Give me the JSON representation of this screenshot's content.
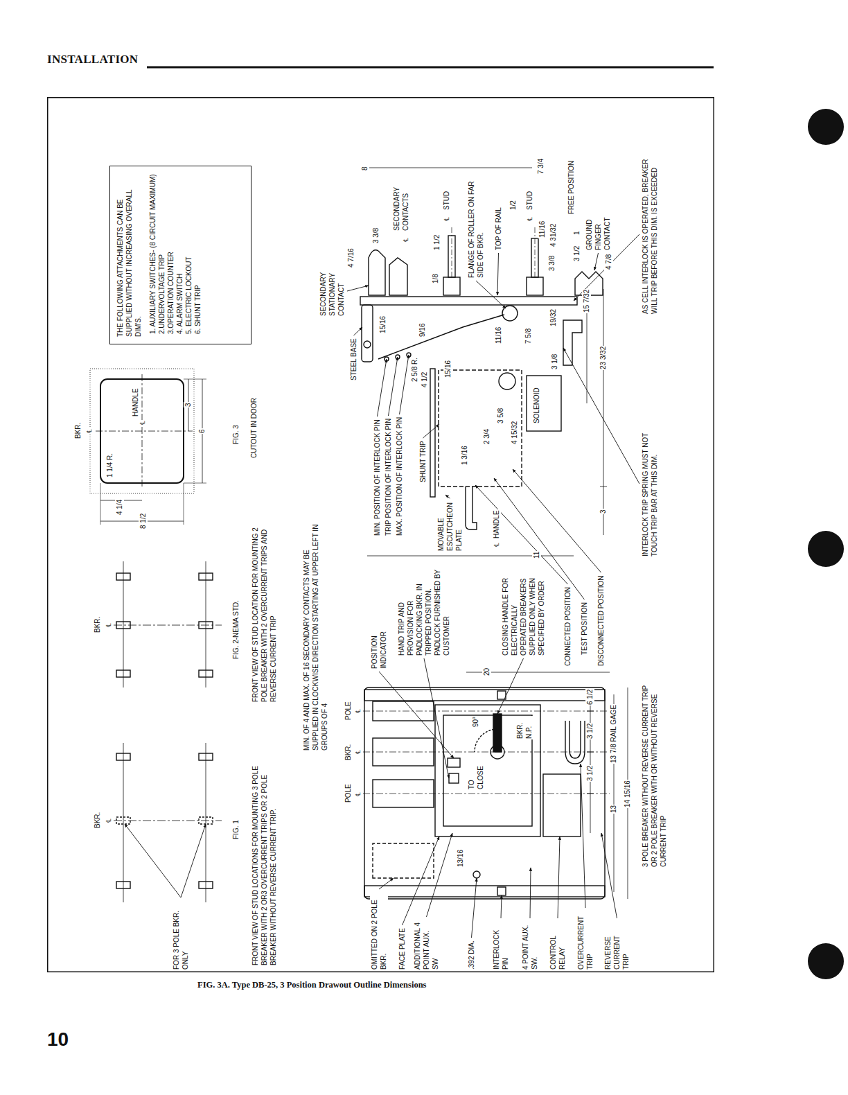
{
  "diagram": {
    "title": "INSTALLATION",
    "caption": "FIG. 3A. Type DB-25, 3 Position Drawout Outline Dimensions",
    "nodes": [
      {
        "text": [
          "THE FOLLOWING ATTACHMENTS CAN BE SUPPLIED WITHOUT INCREASING OVERALL DIM'S.",
          "1. AUXILIARY SWITCHES- (8 CIRCUIT MAXIMUM)",
          "2.UNDERVOLTAGE TRIP",
          "3.OPERATION COUNTER",
          "4. ALARM SWITCH",
          "5. ELECTRIC LOCKOUT",
          "6. SHUNT TRIP"
        ]
      }
    ],
    "labels": [
      "BKR.",
      "℄",
      "BKR.",
      "℄",
      "BKR.",
      "℄",
      "1 1/4 R.",
      "HANDLE",
      "℄",
      "4 1/4",
      "8 1/2",
      "3",
      "6",
      "FOR 3 POLE BKR. ONLY",
      "FIG. 1",
      "FRONT VIEW OF STUD LOCATIONS FOR MOUNTING 3 POLE BREAKER WITH 2 OR3 OVERCURRENT TRIPS OR 2 POLE BREAKER WITHOUT REVERSE CURRENT TRIP.",
      "FIG. 2-NEMA STD.",
      "FRONT VIEW OF STUD LOCATION FOR MOUNTING 2 POLE BREAKER WITH 2 OVERCURRENT TRIPS AND REVERSE CURRENT TRIP",
      "FIG. 3",
      "CUTOUT IN DOOR",
      "MIN. OF 4 AND MAX. OF 16 SECONDARY CONTACTS MAY BE SUPPLIED IN CLOCKWISE DIRECTION STARTING AT UPPER LEFT IN GROUPS OF 4",
      "POLE",
      "℄",
      "BKR.",
      "℄",
      "POLE",
      "℄",
      "POSITION INDICATOR",
      "HAND TRIP AND PROVISION FOR PADLOCKING BKR. IN TRIPPED POSITION. PADLOCK FURNISHED BY CUSTOMER",
      "20",
      "CLOSING HANDLE FOR ELECTRICALLY OPERATED BREAKERS SUPPLIED ONLY WHEN SPECIFIED BY ORDER",
      "CONNECTED POSITION",
      "TEST POSITION",
      "DISCONNECTED POSITION",
      "11",
      "OMITTED ON 2 POLE BKR.",
      "FACE PLATE",
      "ADDITIONAL 4 POINT AUX. SW",
      ".392 DIA.",
      "13/16",
      "INTERLOCK PIN",
      "4 POINT AUX. SW.",
      "CONTROL RELAY",
      "OVERCURRENT TRIP",
      "REVERSE CURRENT TRIP",
      "TO CLOSE",
      "90°",
      "BKR. N.P.",
      "3 1/2",
      "3 1/2",
      "6 1/2",
      "13",
      "13 7/8 RAIL GAGE",
      "14 15/16",
      "3 POLE BREAKER WITHOUT REVERSE CURRENT TRIP OR 2 POLE BREAKER WITH OR WITHOUT REVERSE CURRENT TRIP",
      "SECONDARY STATIONARY CONTACT",
      "4 7/16",
      "3 3/8",
      "℄",
      "SECONDARY CONTACTS",
      "8",
      "7 3/4",
      "STEEL BASE",
      "15/16",
      "9/16",
      "1 1/2",
      "1/8",
      "STUD",
      "℄",
      "MIN. POSITION OF INTERLOCK PIN",
      "TRIP POSITION OF INTERLOCK PIN",
      "MAX. POSITION OF INTERLOCK PIN",
      "2 5/8 R.",
      "4 1/2",
      "15/16",
      "SHUNT TRIP",
      "MOVABLE ESCUTCHEON PLATE",
      "1 3/16",
      "℄",
      "HANDLE",
      "2 3/4",
      "3 5/8",
      "4 15/32",
      "SOLENOID",
      "FLANGE OF ROLLER ON FAR SIDE OF BKR.",
      "TOP OF RAIL",
      "1/2",
      "STUD",
      "℄",
      "11/16",
      "4 31/32",
      "FREE POSITION",
      "GROUND FINGER CONTACT",
      "1",
      "3 1/2",
      "4 7/8",
      "11/16",
      "7 5/8",
      "3 1/8",
      "19/32",
      "3 3/8",
      "15 7/32",
      "23 3/32",
      "3",
      "INTERLOCK TRIP SPRING MUST NOT TOUCH TRIP BAR AT THIS DIM.",
      "AS CELL INTERLOCK IS OPERATED, BREAKER WILL TRIP BEFORE THIS DIM. IS EXCEEDED",
      "10"
    ]
  }
}
